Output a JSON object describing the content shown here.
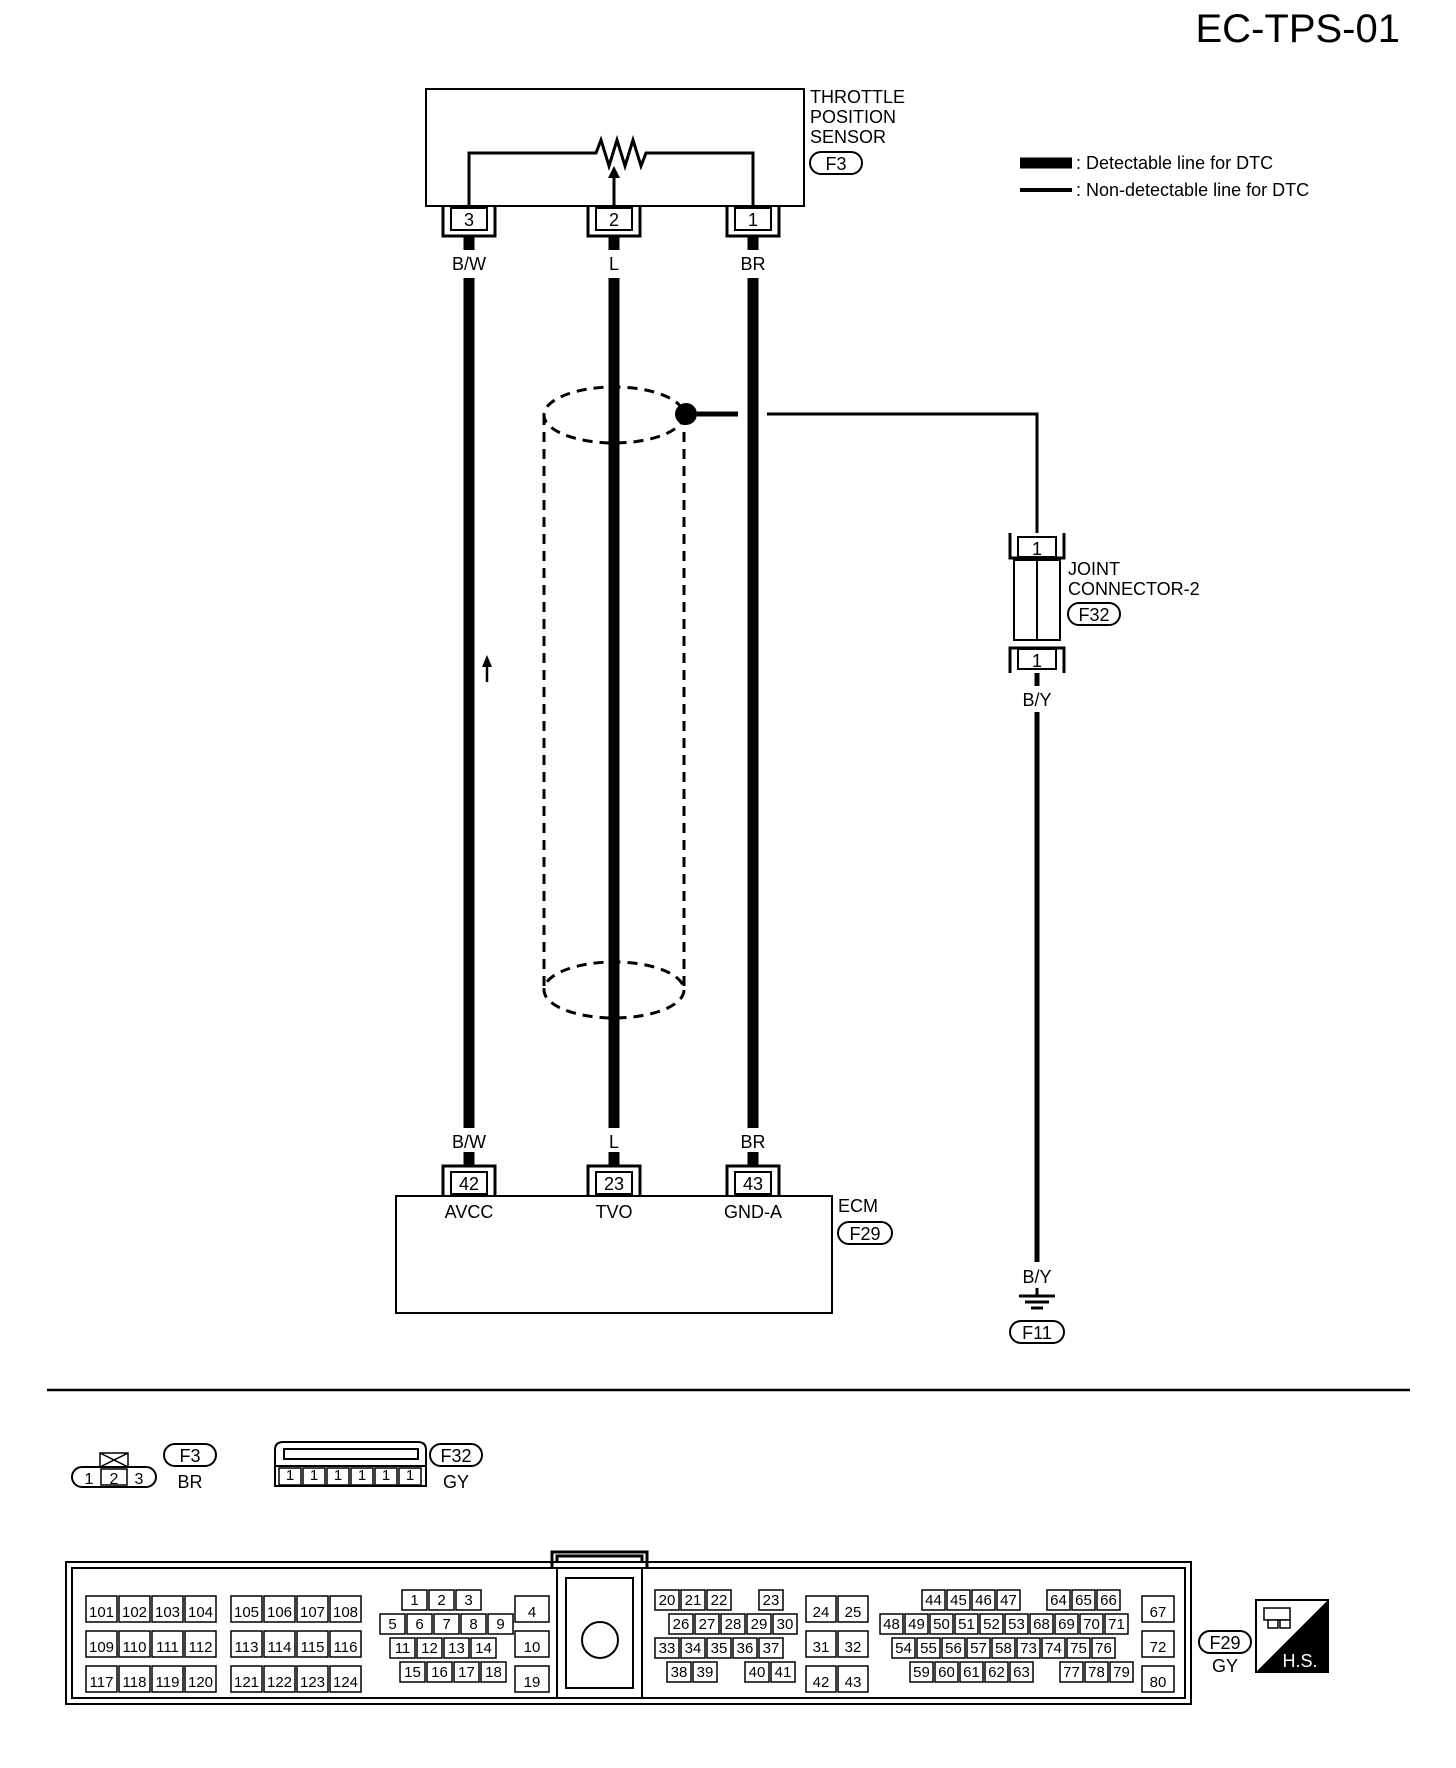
{
  "diagram_id": "EC-TPS-01",
  "legend": {
    "detectable": ": Detectable line for DTC",
    "non_detectable": ": Non-detectable line for DTC"
  },
  "sensor": {
    "name_lines": [
      "THROTTLE",
      "POSITION",
      "SENSOR"
    ],
    "connector": "F3",
    "pins": [
      "3",
      "2",
      "1"
    ]
  },
  "wires": {
    "top_colors": [
      "B/W",
      "L",
      "BR"
    ],
    "bottom_colors": [
      "B/W",
      "L",
      "BR"
    ]
  },
  "ecm": {
    "name": "ECM",
    "connector": "F29",
    "pins": [
      "42",
      "23",
      "43"
    ],
    "pin_labels": [
      "AVCC",
      "TVO",
      "GND-A"
    ]
  },
  "joint": {
    "name_lines": [
      "JOINT",
      "CONNECTOR-2"
    ],
    "connector": "F32",
    "pin_top": "1",
    "pin_bottom": "1",
    "wire_color_top": "B/Y",
    "wire_color_bottom": "B/Y"
  },
  "ground": {
    "connector": "F11"
  },
  "connector_views": {
    "f3": {
      "id": "F3",
      "color": "BR",
      "pins": [
        "1",
        "2",
        "3"
      ]
    },
    "f32": {
      "id": "F32",
      "color": "GY",
      "pins": [
        "1",
        "1",
        "1",
        "1",
        "1",
        "1"
      ]
    },
    "f29": {
      "id": "F29",
      "color": "GY",
      "group_a": [
        [
          "101",
          "102",
          "103",
          "104"
        ],
        [
          "109",
          "110",
          "111",
          "112"
        ],
        [
          "117",
          "118",
          "119",
          "120"
        ]
      ],
      "group_b": [
        [
          "105",
          "106",
          "107",
          "108"
        ],
        [
          "113",
          "114",
          "115",
          "116"
        ],
        [
          "121",
          "122",
          "123",
          "124"
        ]
      ],
      "group_c": [
        [
          "1",
          "2",
          "3"
        ],
        [
          "5",
          "6",
          "7",
          "8",
          "9"
        ],
        [
          "11",
          "12",
          "13",
          "14"
        ],
        [
          "15",
          "16",
          "17",
          "18"
        ]
      ],
      "group_d": [
        [
          "4"
        ],
        [
          "10"
        ],
        [
          "19"
        ]
      ],
      "group_e": [
        [
          "20",
          "21",
          "22",
          "",
          "23"
        ],
        [
          "26",
          "27",
          "28",
          "29",
          "30"
        ],
        [
          "33",
          "34",
          "35",
          "36",
          "37"
        ],
        [
          "38",
          "39",
          "",
          "40",
          "41"
        ]
      ],
      "group_f": [
        [
          "24",
          "25"
        ],
        [
          "31",
          "32"
        ],
        [
          "42",
          "43"
        ]
      ],
      "group_g": [
        [
          "44",
          "45",
          "46",
          "47",
          "",
          "64",
          "65",
          "66"
        ],
        [
          "48",
          "49",
          "50",
          "51",
          "52",
          "53",
          "68",
          "69",
          "70",
          "71"
        ],
        [
          "54",
          "55",
          "56",
          "57",
          "58",
          "73",
          "74",
          "75",
          "76"
        ],
        [
          "59",
          "60",
          "61",
          "62",
          "63",
          "",
          "77",
          "78",
          "79"
        ]
      ],
      "group_h": [
        [
          "67"
        ],
        [
          "72"
        ],
        [
          "80"
        ]
      ]
    },
    "hs_label": "H.S."
  }
}
